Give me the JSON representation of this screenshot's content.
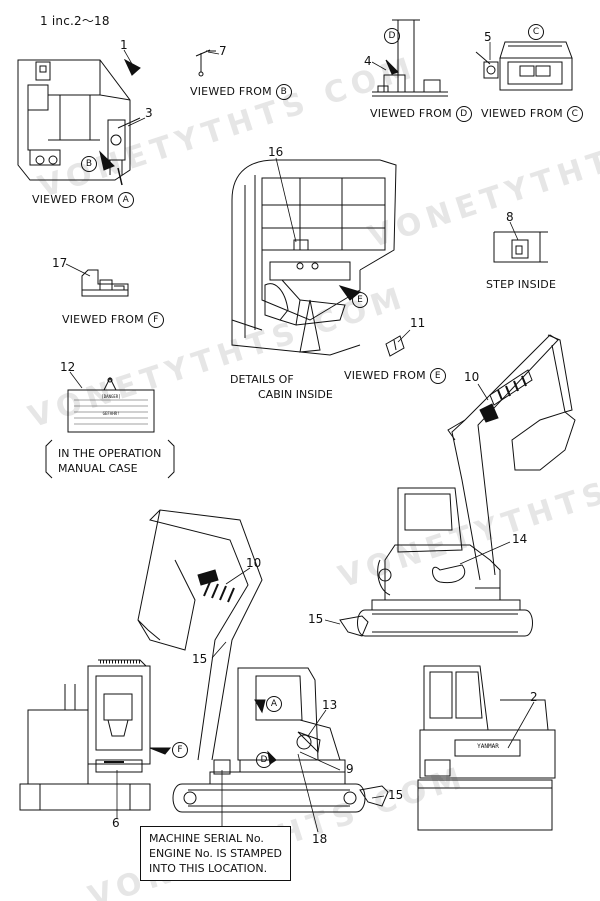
{
  "header": "1 inc.2～18",
  "watermark": "VONETYTHTS COM",
  "views": {
    "a": {
      "text": "VIEWED FROM",
      "letter": "A"
    },
    "b": {
      "text": "VIEWED FROM",
      "letter": "B"
    },
    "c": {
      "text": "VIEWED FROM",
      "letter": "C"
    },
    "d": {
      "text": "VIEWED FROM",
      "letter": "D"
    },
    "e": {
      "text": "VIEWED FROM",
      "letter": "E"
    },
    "f": {
      "text": "VIEWED FROM",
      "letter": "F"
    }
  },
  "cabin_details": [
    "DETAILS OF",
    "CABIN INSIDE"
  ],
  "step_inside": "STEP INSIDE",
  "operation_case": [
    "IN THE OPERATION",
    "MANUAL CASE"
  ],
  "serial_note": [
    "MACHINE SERIAL No.",
    "ENGINE No. IS STAMPED",
    "INTO THIS LOCATION."
  ],
  "danger_label": {
    "title": "[DANGER]",
    "subtitle": "GEFAHR!"
  },
  "brand": "YANMAR",
  "callouts": [
    "1",
    "2",
    "3",
    "4",
    "5",
    "6",
    "7",
    "8",
    "9",
    "10",
    "10",
    "11",
    "12",
    "13",
    "14",
    "15",
    "15",
    "15",
    "16",
    "17",
    "18"
  ],
  "markers": [
    "A",
    "B",
    "C",
    "D",
    "E",
    "F"
  ]
}
